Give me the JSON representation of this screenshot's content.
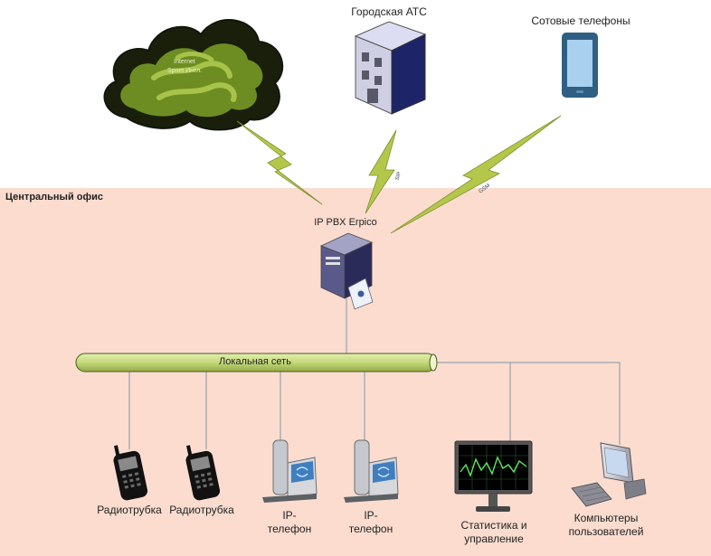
{
  "internet": {
    "line1": "Internet",
    "line2": "Spnet Интл."
  },
  "city_pbx": {
    "label": "Городская АТС"
  },
  "mobile_phones": {
    "label": "Сотовые телефоны"
  },
  "office": {
    "label": "Центральный офис"
  },
  "pbx": {
    "label": "IP PBX Erpico"
  },
  "links": {
    "sip": "SIP",
    "gsm": "GSM"
  },
  "lan": {
    "label": "Локальная сеть"
  },
  "devices": {
    "radio1": {
      "label": "Радиотрубка"
    },
    "radio2": {
      "label": "Радиотрубка"
    },
    "ipphone1": {
      "line1": "IP-",
      "line2": "телефон"
    },
    "ipphone2": {
      "line1": "IP-",
      "line2": "телефон"
    },
    "stats": {
      "line1": "Статистика и",
      "line2": "управление"
    },
    "pcs": {
      "line1": "Компьютеры",
      "line2": "пользователей"
    }
  },
  "colors": {
    "office_bg": "#fbdccf",
    "lan_bar": "#c9dc84",
    "lightning": "#b5c74a",
    "cloud": "#6d8d22"
  }
}
